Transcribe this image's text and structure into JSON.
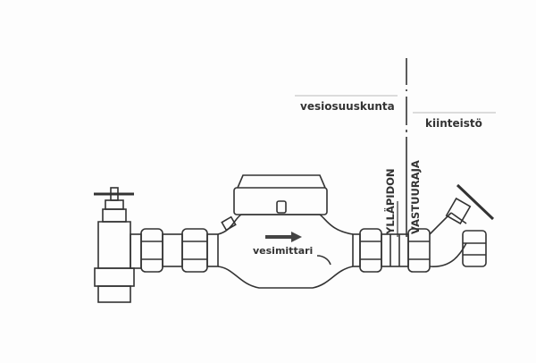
{
  "labels": {
    "water_cooperative": "vesiosuuskunta",
    "property": "kiinteistö",
    "boundary_line1": "YLLÄPIDON",
    "boundary_line2": "VASTUURAJA",
    "meter": "vesimittari"
  },
  "colors": {
    "line": "#333333",
    "text": "#333333"
  }
}
